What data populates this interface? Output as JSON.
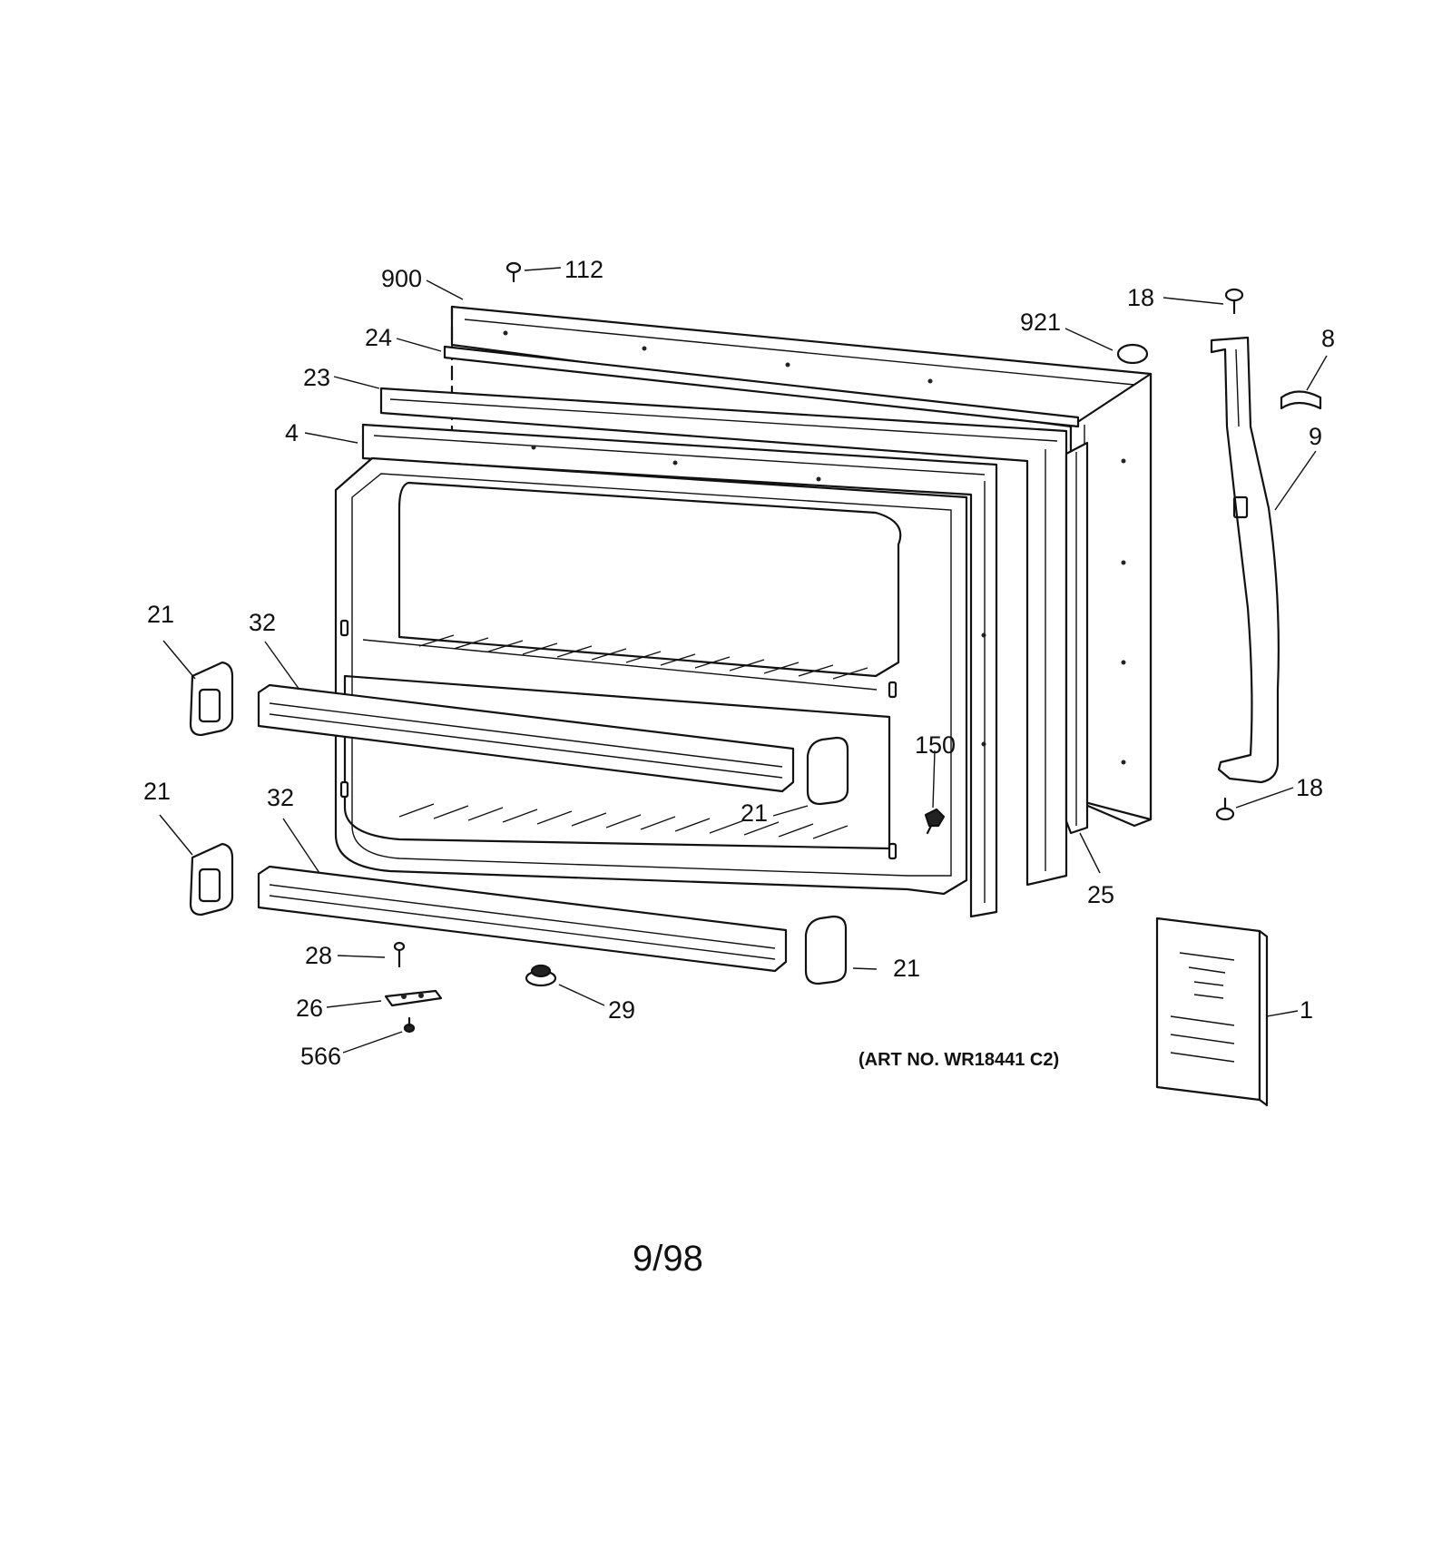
{
  "diagram": {
    "callouts": [
      "900",
      "112",
      "24",
      "23",
      "4",
      "921",
      "18",
      "8",
      "9",
      "21",
      "32",
      "150",
      "21",
      "21",
      "32",
      "18",
      "25",
      "21",
      "28",
      "26",
      "29",
      "566",
      "1"
    ],
    "art_number": "(ART NO. WR18441 C2)",
    "date_code": "9/98"
  }
}
